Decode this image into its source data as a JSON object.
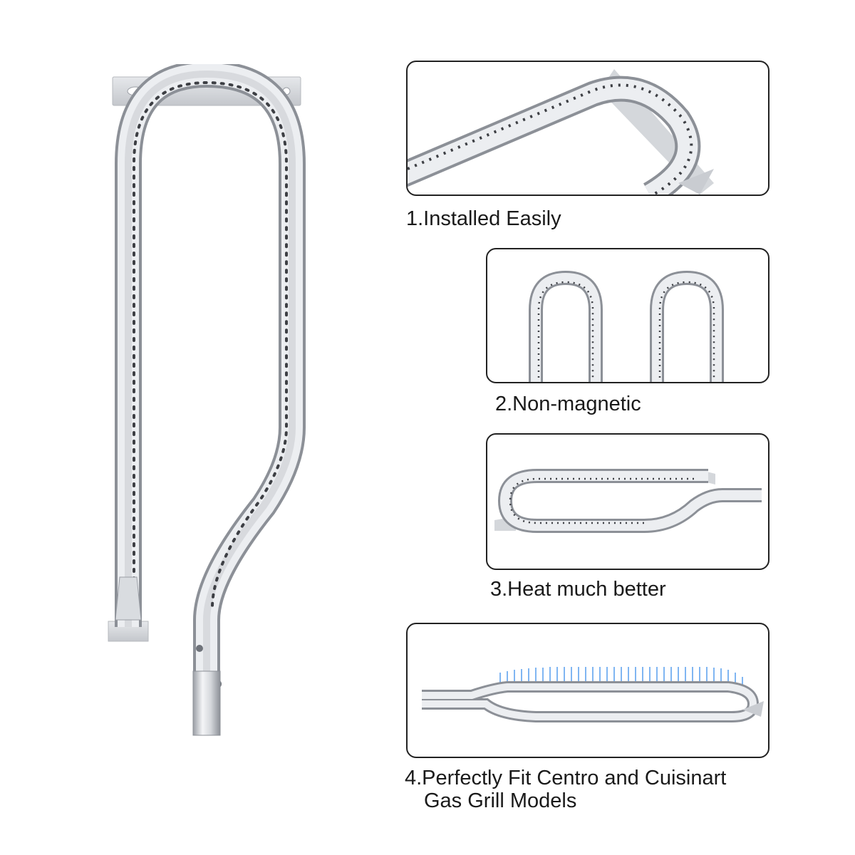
{
  "colors": {
    "steel_light": "#f2f3f5",
    "steel_mid": "#c9ccd1",
    "steel_dark": "#8e9299",
    "hole": "#3d3f44",
    "flame": "#6aaaf0",
    "border": "#222222"
  },
  "features": [
    {
      "id": "installed",
      "label": "1.Installed Easily"
    },
    {
      "id": "non_magnetic",
      "label": "2.Non-magnetic"
    },
    {
      "id": "heat",
      "label": "3.Heat much better"
    },
    {
      "id": "fit",
      "label_line1": "4.Perfectly Fit Centro and Cuisinart",
      "label_line2": "Gas Grill Models"
    }
  ]
}
